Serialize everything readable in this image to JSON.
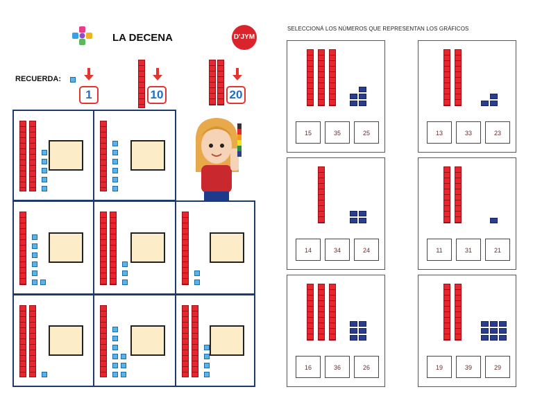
{
  "header": {
    "title": "LA DECENA",
    "logo_text": "D'JYM",
    "subtitle": "SELECCIONÁ LOS NÚMEROS QUE REPRESENTAN LOS GRÁFICOS"
  },
  "recuerda": {
    "label": "RECUERDA:",
    "items": [
      {
        "value": "1"
      },
      {
        "value": "10"
      },
      {
        "value": "20"
      }
    ]
  },
  "left_grid": [
    {
      "tens": 2,
      "ones": 5
    },
    {
      "tens": 1,
      "ones": 6
    },
    {
      "tens": 1,
      "ones": 7
    },
    {
      "tens": 2,
      "ones": 3
    },
    {
      "tens": 1,
      "ones": 2
    },
    {
      "tens": 2,
      "ones": 1
    },
    {
      "tens": 1,
      "ones": 9
    },
    {
      "tens": 2,
      "ones": 4
    }
  ],
  "cards": [
    {
      "tens": 3,
      "ones": 5,
      "options": [
        "15",
        "35",
        "25"
      ]
    },
    {
      "tens": 2,
      "ones": 3,
      "options": [
        "13",
        "33",
        "23"
      ]
    },
    {
      "tens": 1,
      "ones": 4,
      "options": [
        "14",
        "34",
        "24"
      ]
    },
    {
      "tens": 2,
      "ones": 1,
      "options": [
        "11",
        "31",
        "21"
      ]
    },
    {
      "tens": 3,
      "ones": 6,
      "options": [
        "16",
        "36",
        "26"
      ]
    },
    {
      "tens": 2,
      "ones": 9,
      "options": [
        "19",
        "39",
        "29"
      ]
    }
  ],
  "colors": {
    "ten_rod": "#e8262f",
    "unit_left": "#5ab3e8",
    "unit_right": "#2a3d8f",
    "grid_border": "#1e3a6b",
    "answer_box": "#fdecc8"
  }
}
